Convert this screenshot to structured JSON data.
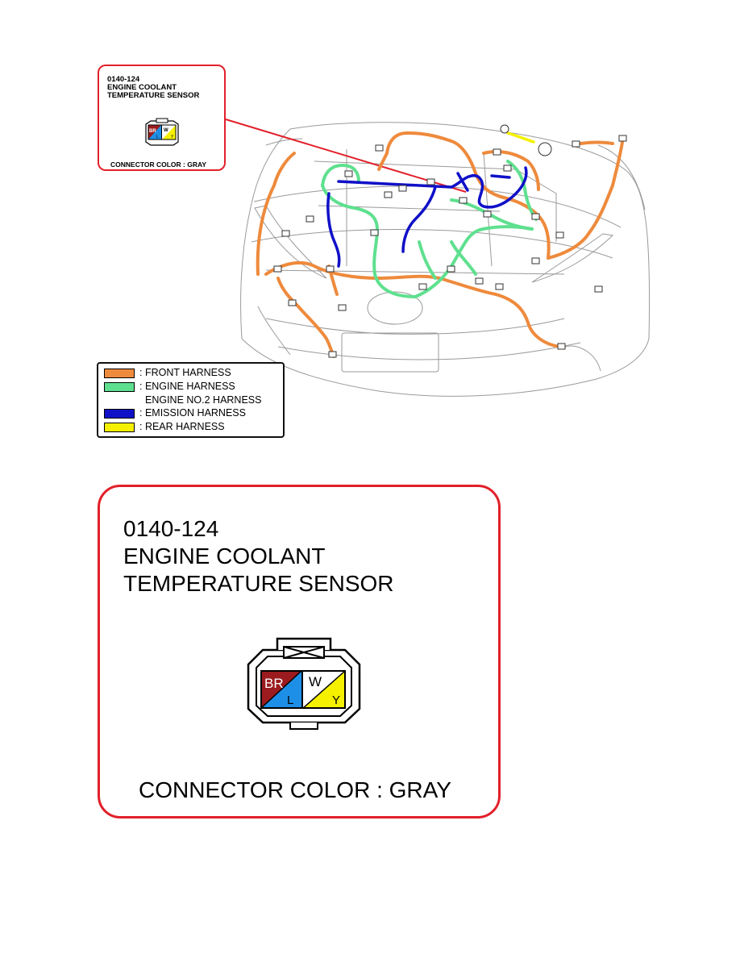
{
  "connector": {
    "code": "0140-124",
    "title_line1": "ENGINE COOLANT",
    "title_line2": "TEMPERATURE SENSOR",
    "connector_color": "CONNECTOR COLOR : GRAY",
    "pins": [
      {
        "label": "BR",
        "color": "#9b1b1e"
      },
      {
        "label": "L",
        "color": "#1e8fe6"
      },
      {
        "label": "W",
        "color": "#ffffff"
      },
      {
        "label": "Y",
        "color": "#f5f000"
      }
    ]
  },
  "legend": {
    "items": [
      {
        "label": ": FRONT HARNESS",
        "color": "#ee8a3c"
      },
      {
        "label": ": ENGINE HARNESS",
        "color": "#5fe08f"
      },
      {
        "label": ": EMISSION HARNESS",
        "color": "#1010c8"
      },
      {
        "label": ": REAR HARNESS",
        "color": "#f5f000"
      }
    ],
    "sub_label": "ENGINE NO.2 HARNESS"
  },
  "colors": {
    "callout_border": "#e2202a",
    "car_outline": "#9a9a9a"
  }
}
